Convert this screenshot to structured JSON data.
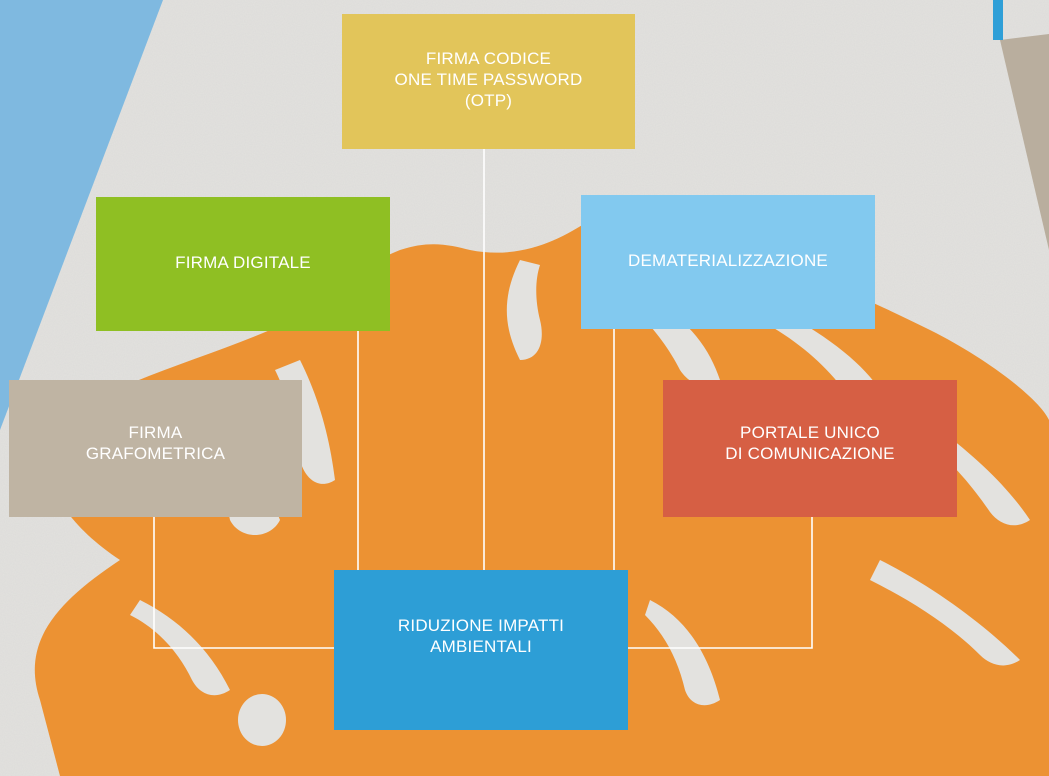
{
  "colors": {
    "background_paper": "#e3e2df",
    "left_strip": "#7fb9e0",
    "right_strip": "#b9ae9e",
    "accent_strip": "#2f9fd7",
    "leaf": "#ec9233",
    "connector": "#ffffff"
  },
  "nodes": {
    "otp": {
      "label": "FIRMA CODICE\nONE TIME PASSWORD\n(OTP)",
      "color": "#e2c55a"
    },
    "digitale": {
      "label": "FIRMA DIGITALE",
      "color": "#8fbf23"
    },
    "dematerializzazione": {
      "label": "DEMATERIALIZZAZIONE",
      "color": "#82c9ef"
    },
    "grafometrica": {
      "label": "FIRMA\nGRAFOMETRICA",
      "color": "#bfb4a3"
    },
    "portale": {
      "label": "PORTALE UNICO\nDI COMUNICAZIONE",
      "color": "#d65f44"
    },
    "riduzione": {
      "label": "RIDUZIONE IMPATTI\nAMBIENTALI",
      "color": "#2d9ed6"
    }
  },
  "edges": [
    {
      "from": "otp",
      "to": "riduzione"
    },
    {
      "from": "digitale",
      "to": "riduzione"
    },
    {
      "from": "dematerializzazione",
      "to": "riduzione"
    },
    {
      "from": "grafometrica",
      "to": "riduzione"
    },
    {
      "from": "portale",
      "to": "riduzione"
    }
  ]
}
